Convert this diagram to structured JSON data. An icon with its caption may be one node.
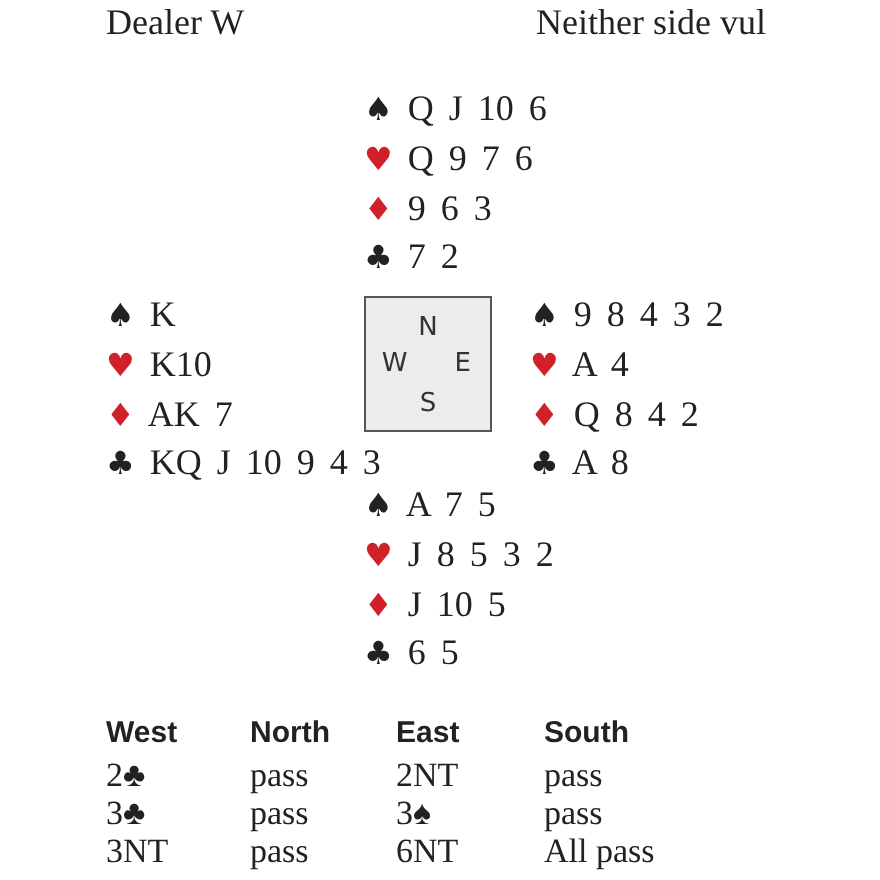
{
  "diagram": {
    "nodes": [
      {
        "text": [
          "N",
          "W",
          "E",
          "S"
        ]
      }
    ],
    "labels": [
      "Dealer W",
      "Neither side vul",
      "♠ Q J 10 6",
      "♥ Q 9 7 6",
      "♦ 9 6 3",
      "♣ 7 2",
      "♠ K",
      "♥ K10",
      "♦ AK 7",
      "♣ KQ J 10 9 4 3",
      "♠ 9 8 4 3 2",
      "♥ A 4",
      "♦ Q 8 4 2",
      "♣ A 8",
      "♠ A 7 5",
      "♥ J 8 5 3 2",
      "♦ J 10 5",
      "♣ 6 5",
      "West",
      "North",
      "East",
      "South",
      "2♣",
      "pass",
      "2NT",
      "pass",
      "3♣",
      "pass",
      "3♠",
      "pass",
      "3NT",
      "pass",
      "6NT",
      "All pass"
    ]
  }
}
